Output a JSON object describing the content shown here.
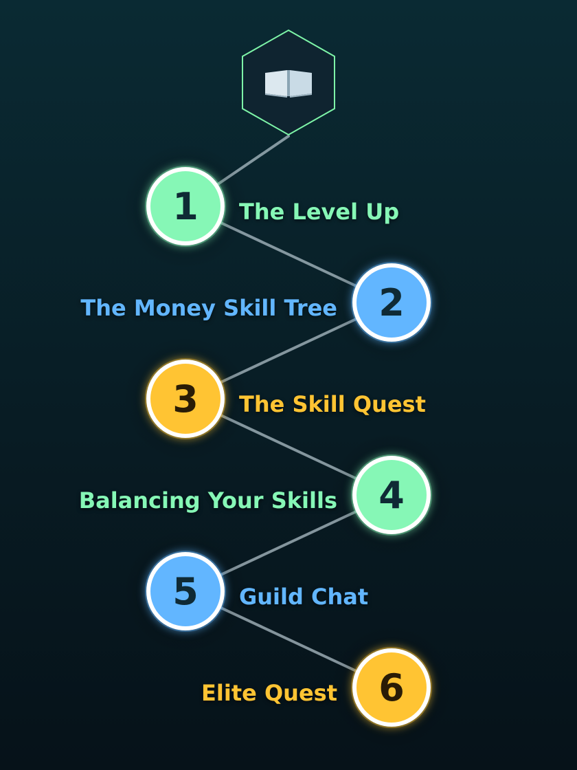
{
  "header": {
    "icon": "open-book-icon"
  },
  "steps": [
    {
      "number": "1",
      "label": "The Level Up",
      "color": "#86f7b6",
      "digit_color": "#0f2a35"
    },
    {
      "number": "2",
      "label": "The Money Skill Tree",
      "color": "#62b6ff",
      "digit_color": "#0f2a35"
    },
    {
      "number": "3",
      "label": "The Skill Quest",
      "color": "#ffc433",
      "digit_color": "#2a1c06"
    },
    {
      "number": "4",
      "label": "Balancing Your Skills",
      "color": "#86f7b6",
      "digit_color": "#0f2a35"
    },
    {
      "number": "5",
      "label": "Guild Chat",
      "color": "#62b6ff",
      "digit_color": "#0f2a35"
    },
    {
      "number": "6",
      "label": "Elite Quest",
      "color": "#ffc433",
      "digit_color": "#2a1c06"
    }
  ],
  "colors": {
    "hex_border": "#7ef5a8",
    "connector": "#aebfc7",
    "ring": "#ffffff"
  }
}
